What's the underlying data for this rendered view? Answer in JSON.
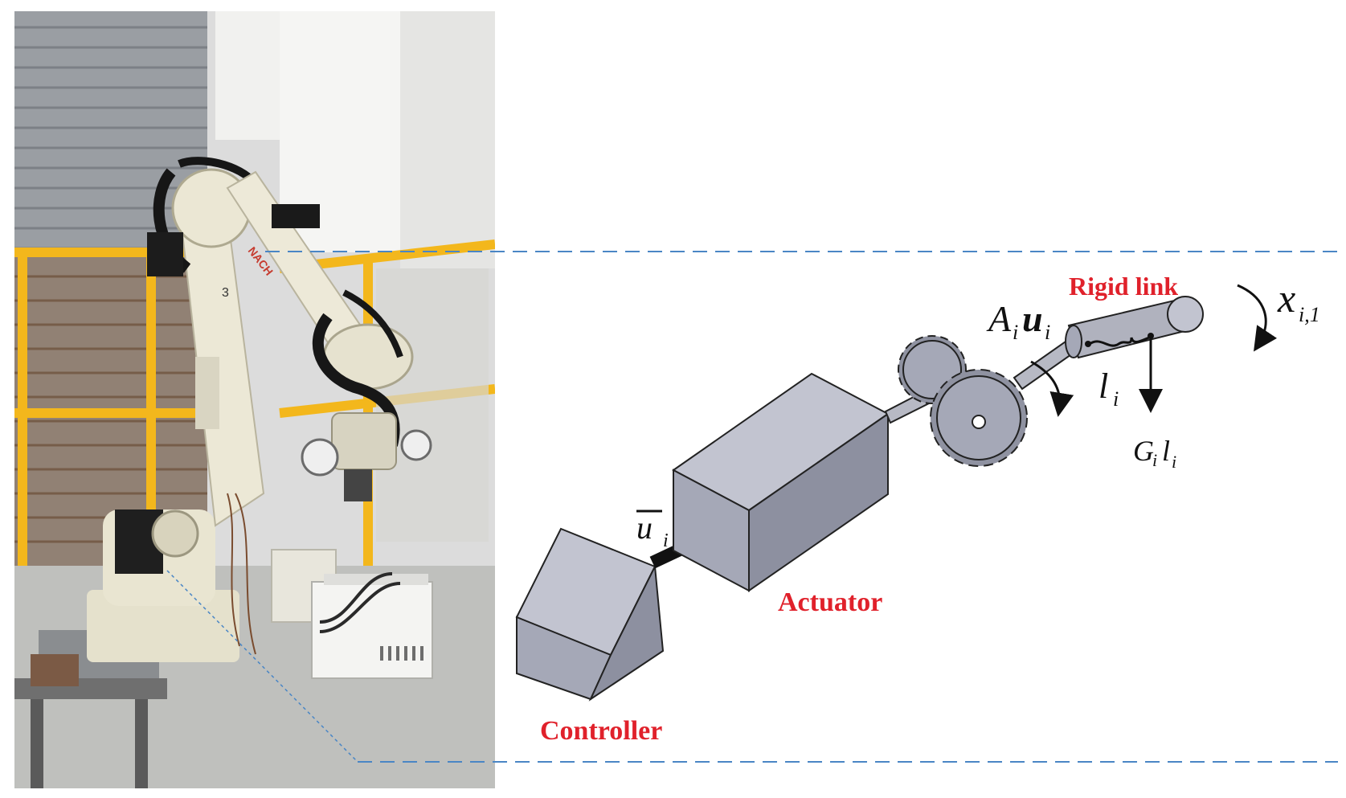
{
  "labels": {
    "rigid_link": "Rigid link",
    "actuator": "Actuator",
    "controller": "Controller"
  },
  "math": {
    "input_base": "u",
    "input_sub": "i",
    "torque_A": "A",
    "torque_A_sub": "i",
    "torque_u": "u",
    "torque_u_sub": "i",
    "length": "l",
    "length_sub": "i",
    "gravity_G": "G",
    "gravity_G_sub": "i",
    "gravity_l": "l",
    "gravity_l_sub": "i",
    "state": "x",
    "state_sub": "i,1"
  },
  "photo": {
    "robot_badge": "NACH",
    "axis_number": "3"
  },
  "colors": {
    "label_red": "#e0212b",
    "block_fill": "#a5a8b7",
    "block_top": "#c2c4d0",
    "block_side": "#8d90a0",
    "dashed_line": "#4a86c5",
    "robot_body": "#ece8d6",
    "fence": "#f3b71c"
  }
}
